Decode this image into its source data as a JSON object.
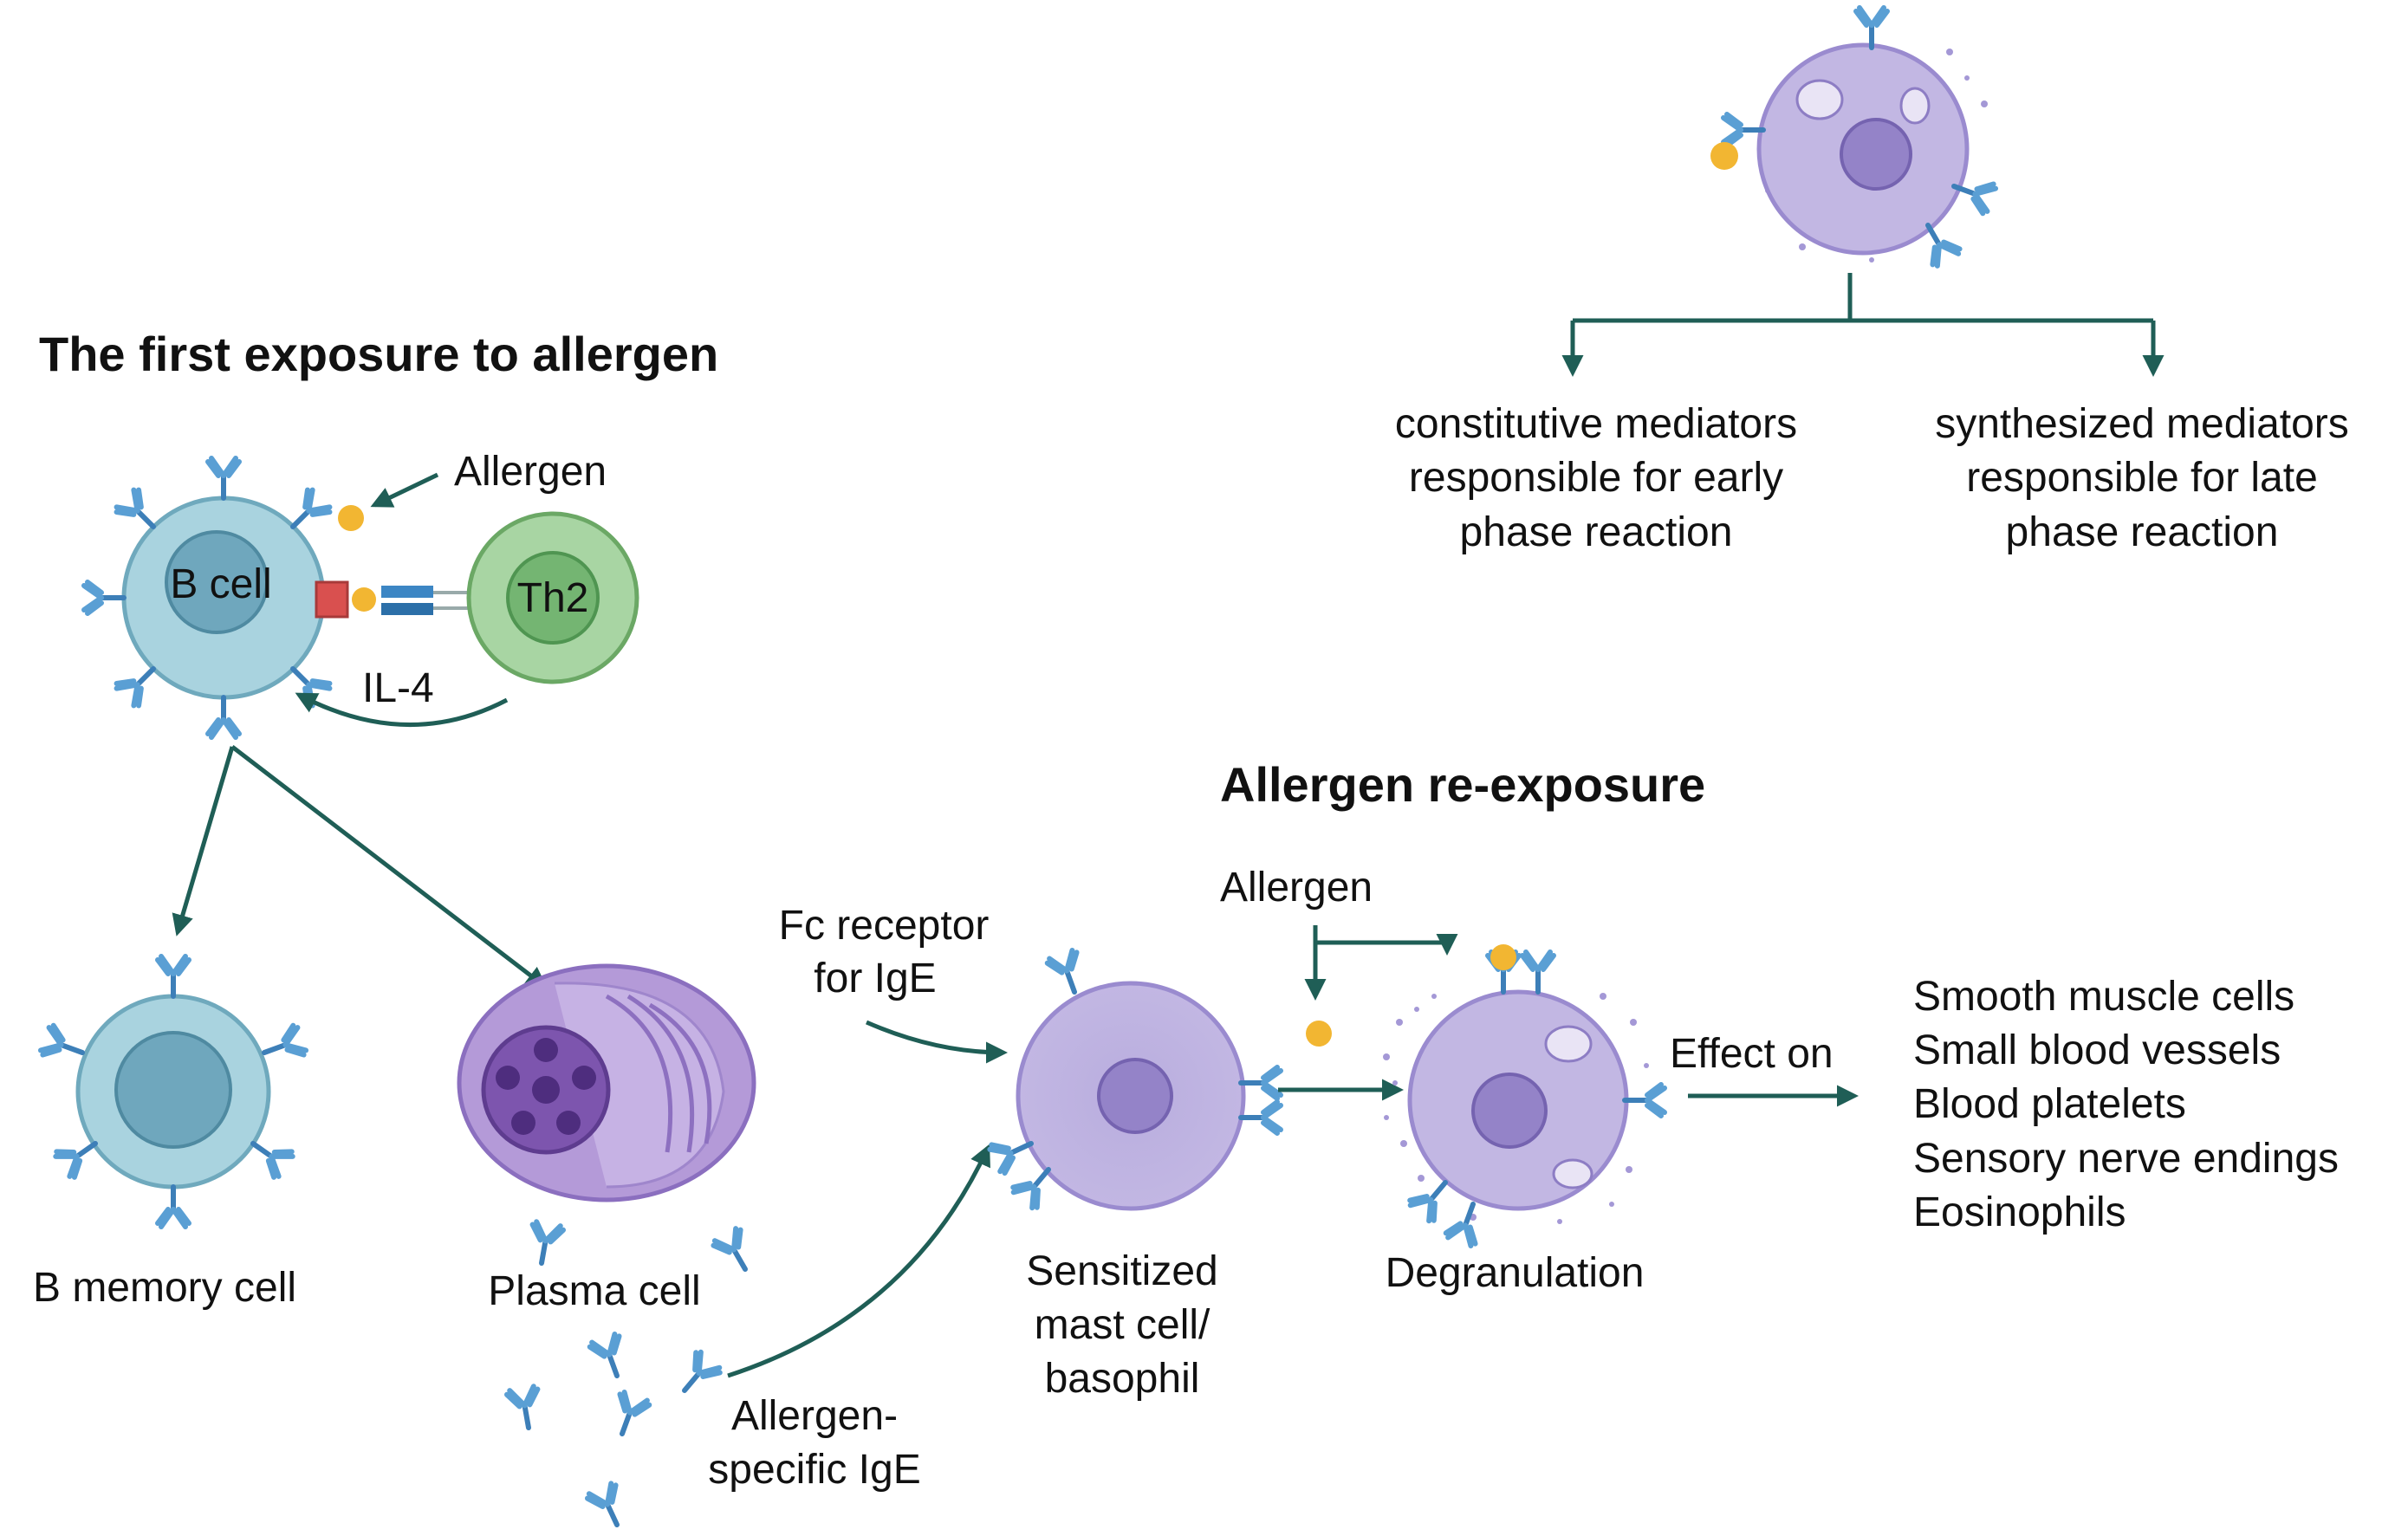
{
  "first_exposure": {
    "title": "The first exposure to allergen",
    "allergen_label": "Allergen",
    "b_cell_label": "B cell",
    "th2_label": "Th2",
    "il4_label": "IL-4",
    "b_memory_label": "B memory cell",
    "plasma_label": "Plasma cell",
    "ige_label_line1": "Allergen-",
    "ige_label_line2": "specific IgE"
  },
  "sensitization": {
    "fc_receptor_line1": "Fc receptor",
    "fc_receptor_line2": "for IgE",
    "mast_line1": "Sensitized",
    "mast_line2": "mast cell/",
    "mast_line3": "basophil"
  },
  "re_exposure": {
    "title": "Allergen re-exposure",
    "allergen_label": "Allergen",
    "degranulation_label": "Degranulation",
    "effect_label": "Effect on",
    "effects": [
      "Smooth muscle cells",
      "Small blood vessels",
      "Blood platelets",
      "Sensory nerve endings",
      "Eosinophils"
    ]
  },
  "mediators": {
    "constitutive": [
      "constitutive mediators",
      "responsible for early",
      "phase reaction"
    ],
    "synthesized": [
      "synthesized mediators",
      "responsible for late",
      "phase reaction"
    ]
  },
  "colors": {
    "arrow": "#1f5e56",
    "b_cell_fill": "#a9d3df",
    "th2_fill": "#a8d5a3",
    "mast_fill": "#c2b7e3",
    "plasma_fill": "#b49ad8",
    "antibody": "#5a9fd4",
    "allergen": "#f2b632"
  }
}
